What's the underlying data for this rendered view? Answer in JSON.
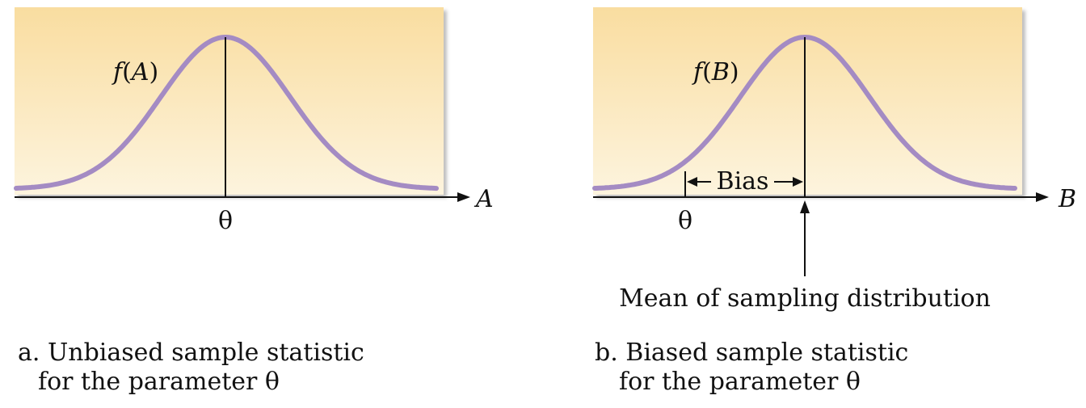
{
  "colors": {
    "panel_top": "#F9DDA0",
    "panel_bottom": "#FDF4DE",
    "curve": "#A48BC3",
    "ink": "#111111"
  },
  "panel_a": {
    "func_name": "f",
    "func_open": "(",
    "func_var": "A",
    "func_close": ")",
    "axis_label": "A",
    "theta_label": "θ",
    "caption_line1": "a. Unbiased sample statistic",
    "caption_line2": "for the parameter θ"
  },
  "panel_b": {
    "func_name": "f",
    "func_open": "(",
    "func_var": "B",
    "func_close": ")",
    "axis_label": "B",
    "theta_label": "θ",
    "bias_label": "Bias",
    "mean_label": "Mean of sampling distribution",
    "caption_line1": "b. Biased sample statistic",
    "caption_line2": "for the parameter θ"
  }
}
